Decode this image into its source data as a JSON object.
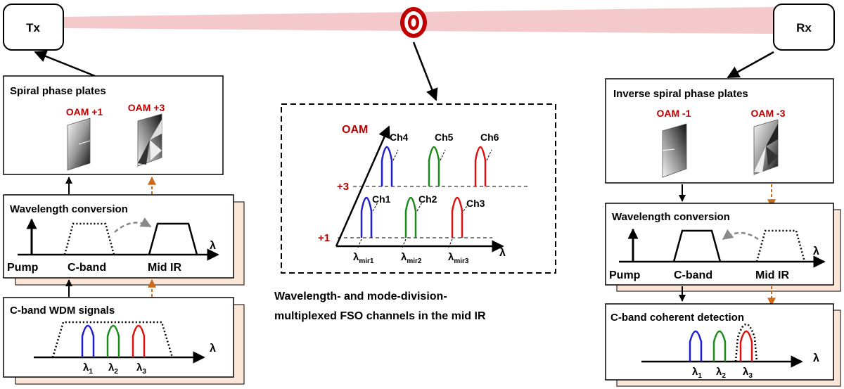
{
  "colors": {
    "beam": "#f4c9cb",
    "target": "#c00000",
    "oam_label": "#c00000",
    "ch_blue": "#1f1fd0",
    "ch_green": "#1a8a1a",
    "ch_red": "#e01010",
    "shadow_panel": "#fbe6d8",
    "dashed_arrow": "#c86a1a"
  },
  "tx": {
    "label": "Tx"
  },
  "rx": {
    "label": "Rx"
  },
  "left": {
    "spiral": {
      "title": "Spiral phase plates",
      "oam1": "OAM +1",
      "oam3": "OAM +3"
    },
    "conversion": {
      "title": "Wavelength conversion",
      "pump": "Pump",
      "cband": "C-band",
      "midir": "Mid IR",
      "lambda": "λ"
    },
    "wdm": {
      "title": "C-band WDM signals",
      "l1": "λ",
      "s1": "1",
      "l2": "λ",
      "s2": "2",
      "l3": "λ",
      "s3": "3",
      "lambda": "λ"
    }
  },
  "center": {
    "oam_axis": "OAM",
    "plus3": "+3",
    "plus1": "+1",
    "channels": [
      "Ch1",
      "Ch2",
      "Ch3",
      "Ch4",
      "Ch5",
      "Ch6"
    ],
    "lm1": "λ",
    "lm1s": "mir1",
    "lm2": "λ",
    "lm2s": "mir2",
    "lm3": "λ",
    "lm3s": "mir3",
    "lambda": "λ",
    "caption1": "Wavelength- and mode-division-",
    "caption2": "multiplexed FSO channels in the mid IR"
  },
  "right": {
    "spiral": {
      "title": "Inverse spiral phase plates",
      "oam1": "OAM -1",
      "oam3": "OAM -3"
    },
    "conversion": {
      "title": "Wavelength conversion",
      "pump": "Pump",
      "cband": "C-band",
      "midir": "Mid IR",
      "lambda": "λ"
    },
    "coherent": {
      "title": "C-band coherent detection",
      "l1": "λ",
      "s1": "1",
      "l2": "λ",
      "s2": "2",
      "l3": "λ",
      "s3": "3",
      "lambda": "λ"
    }
  }
}
